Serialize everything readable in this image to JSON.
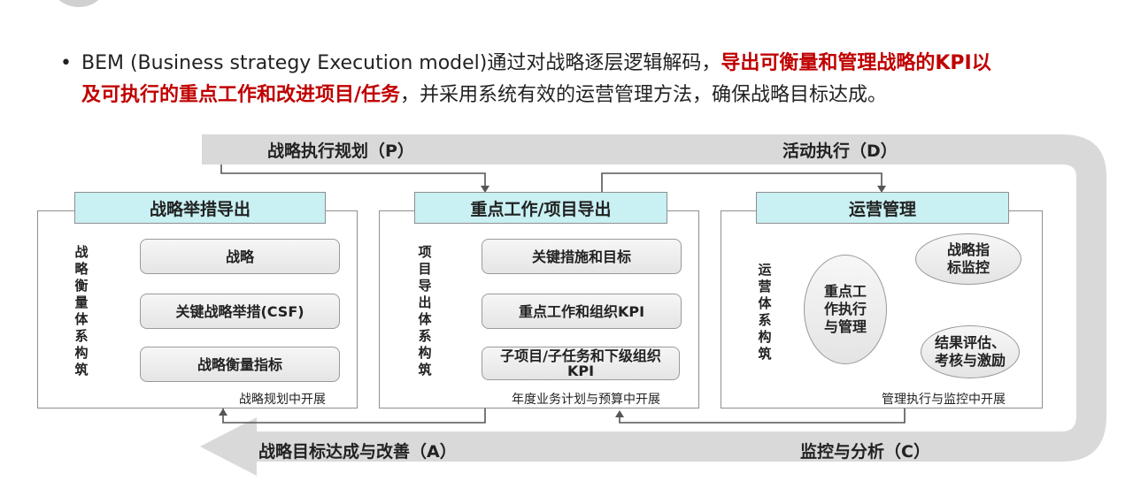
{
  "intro": {
    "bullet": "•",
    "text_plain_1": "BEM (Business strategy Execution model)通过对战略逐层逻辑解码，",
    "text_red_1": "导出可衡量和管理战略的KPI以",
    "text_red_2": "及可执行的重点工作和改进项目/任务",
    "text_plain_2": "，并采用系统有效的运营管理方法，确保战略目标达成。"
  },
  "phases": {
    "plan": "战略执行规划（P）",
    "do": "活动执行（D）",
    "check": "监控与分析（C）",
    "act": "战略目标达成与改善（A）"
  },
  "panels": [
    {
      "title": "战略举措导出",
      "side_label": "战略衡量体系构筑",
      "boxes": [
        "战略",
        "关键战略举措(CSF)",
        "战略衡量指标"
      ],
      "footer": "战略规划中开展"
    },
    {
      "title": "重点工作/项目导出",
      "side_label": "项目导出体系构筑",
      "boxes": [
        "关键措施和目标",
        "重点工作和组织KPI",
        "子项目/子任务和下级组织KPI"
      ],
      "footer": "年度业务计划与预算中开展"
    },
    {
      "title": "运营管理",
      "side_label": "运营体系构筑",
      "center_node": "重点工作执行与管理",
      "top_node": "战略指标监控",
      "bottom_node": "结果评估、考核与激励",
      "footer": "管理执行与监控中开展"
    }
  ],
  "colors": {
    "panel_header": "#c9f0f2",
    "highlight_red": "#c00000",
    "loop_arrow": "#d9d9d9"
  }
}
